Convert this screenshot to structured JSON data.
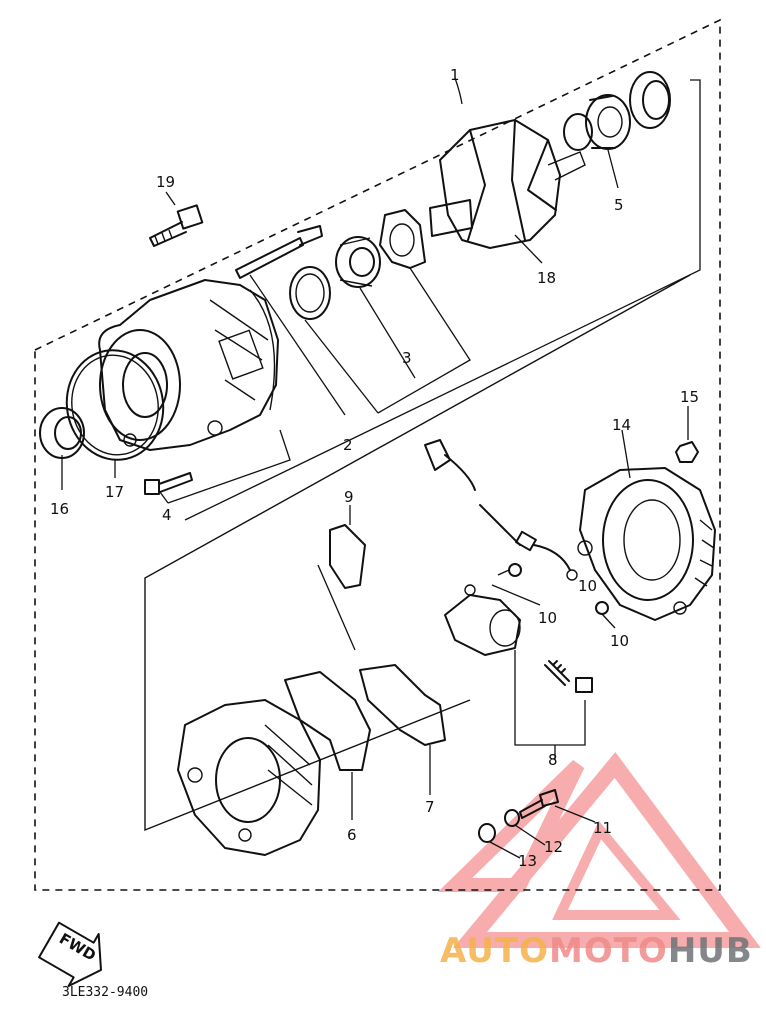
{
  "diagram": {
    "part_numbers": [
      "1",
      "2",
      "3",
      "4",
      "5",
      "6",
      "7",
      "8",
      "9",
      "10",
      "10",
      "10",
      "11",
      "12",
      "13",
      "14",
      "15",
      "16",
      "17",
      "18",
      "19"
    ],
    "fwd_label": "FWD",
    "diagram_code": "3LE332-9400"
  },
  "watermark": {
    "part1": "AUTO",
    "part2": "MOTO",
    "part3": "HUB",
    "colors": {
      "auto": "#f5b14a",
      "moto": "#f08a8a",
      "hub": "#6e7377",
      "logo": "#f26b6b"
    }
  }
}
